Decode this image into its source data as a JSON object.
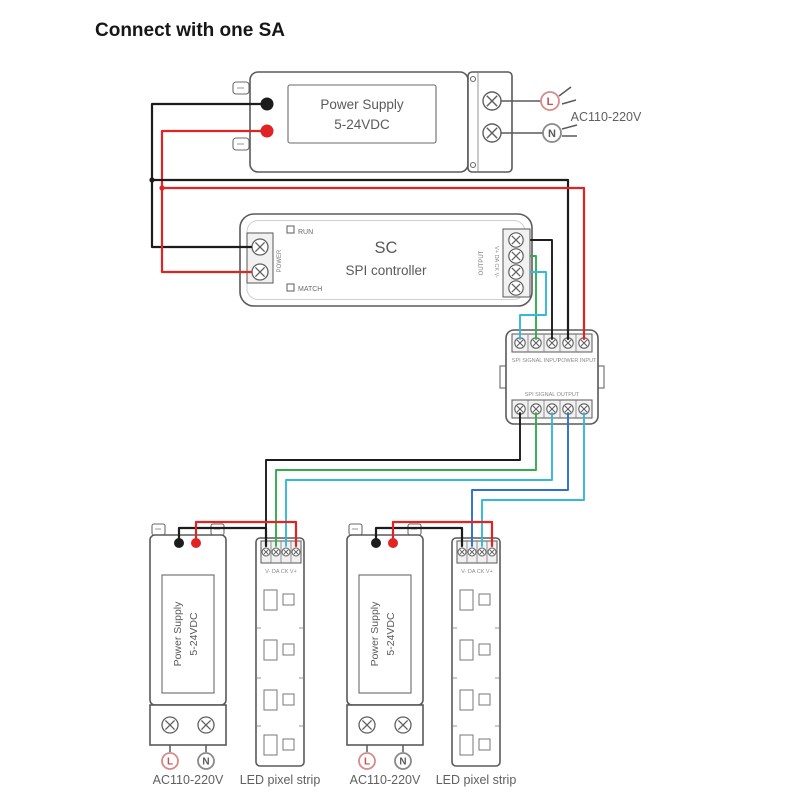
{
  "title": "Connect with one SA",
  "colors": {
    "wire_red": "#e02424",
    "wire_black": "#1c1c1c",
    "wire_green": "#2fae4a",
    "wire_cyan": "#36b8d8",
    "wire_blue": "#2e6fd0",
    "device_outline": "#5a5a5a",
    "label_gray": "#5f5f5f"
  },
  "top_psu": {
    "name_line1": "Power Supply",
    "name_line2": "5-24VDC",
    "ac_label": "AC110-220V",
    "live": "L",
    "neutral": "N"
  },
  "controller": {
    "name": "SC",
    "type": "SPI controller",
    "run": "RUN",
    "match": "MATCH",
    "power_port": "POWER",
    "output_port": "OUTPUT",
    "output_pins": "V+ DA CK V-"
  },
  "sa": {
    "signal_input": "SPI SIGNAL INPUT",
    "power_input": "POWER INPUT",
    "signal_output": "SPI SIGNAL OUTPUT"
  },
  "left_group": {
    "psu_line1": "Power Supply",
    "psu_line2": "5-24VDC",
    "ac_label": "AC110-220V",
    "strip_label": "LED pixel strip",
    "strip_pins": "V-  DA  CK  V+",
    "live": "L",
    "neutral": "N"
  },
  "right_group": {
    "psu_line1": "Power Supply",
    "psu_line2": "5-24VDC",
    "ac_label": "AC110-220V",
    "strip_label": "LED pixel strip",
    "strip_pins": "V-  DA  CK  V+",
    "live": "L",
    "neutral": "N"
  }
}
